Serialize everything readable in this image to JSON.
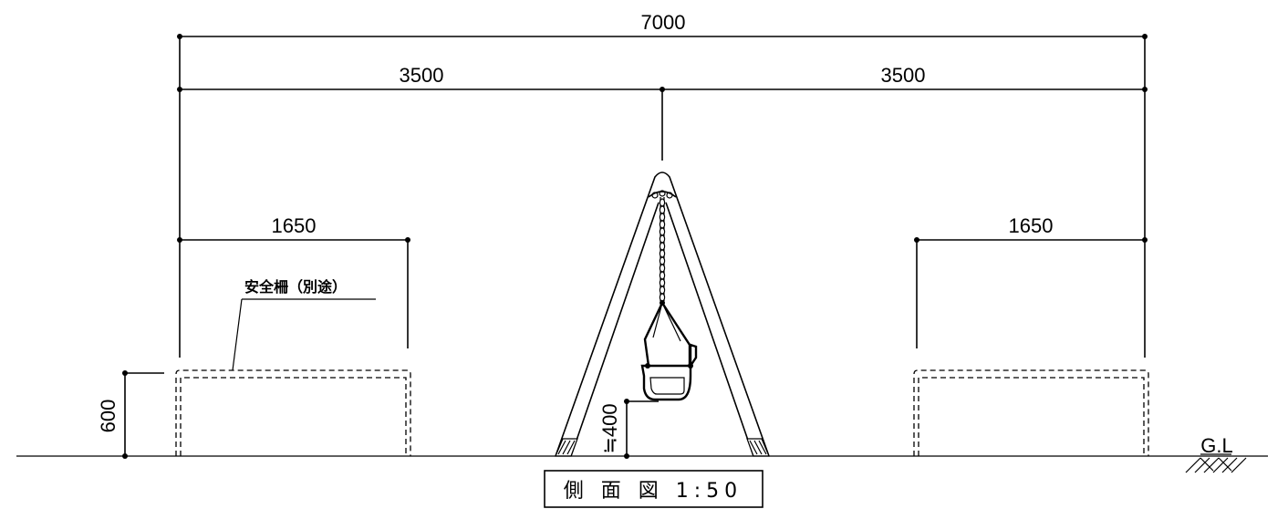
{
  "drawing": {
    "dimensions": {
      "overall_width": "7000",
      "half_left": "3500",
      "half_right": "3500",
      "fence_left_width": "1650",
      "fence_right_width": "1650",
      "fence_height": "600",
      "seat_height": "≒400"
    },
    "labels": {
      "safety_fence": "安全柵（別途）",
      "ground_line": "G.L"
    },
    "title_block": {
      "title": "側 面 図 1:50"
    }
  }
}
